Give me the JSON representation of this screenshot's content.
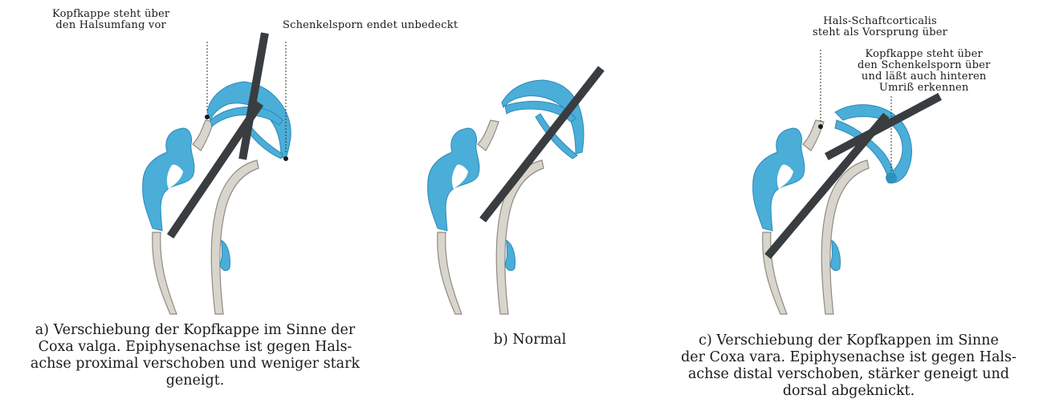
{
  "panel_a": {
    "annotation_left": [
      "Kopfkappe steht über",
      "den Halsumfang vor"
    ],
    "annotation_right": [
      "Schenkelsporn endet unbedeckt"
    ],
    "caption": [
      "a) Verschiebung der Kopfkappe im Sinne der",
      "Coxa valga. Epiphysenachse ist gegen Hals-",
      "achse proximal verschoben und weniger stark",
      "geneigt."
    ]
  },
  "panel_b": {
    "caption": [
      "b) Normal"
    ]
  },
  "panel_c": {
    "annotation_top": [
      "Hals-Schaftcorticalis",
      "steht als Vorsprung über"
    ],
    "annotation_right": [
      "Kopfkappe steht über",
      "den Schenkelsporn über",
      "und läßt auch hinteren",
      "Umriß erkennen"
    ],
    "caption": [
      "c) Verschiebung der Kopfkappen im Sinne",
      "der Coxa vara. Epiphysenachse ist gegen Hals-",
      "achse distal verschoben, stärker geneigt und",
      "dorsal abgeknickt."
    ]
  },
  "colors": {
    "cartilage_blue": "#4aaed8",
    "cortex_grey": "#d8d5cc",
    "cortex_outline": "#8f8b82",
    "axis_dark": "#3a3d40"
  }
}
